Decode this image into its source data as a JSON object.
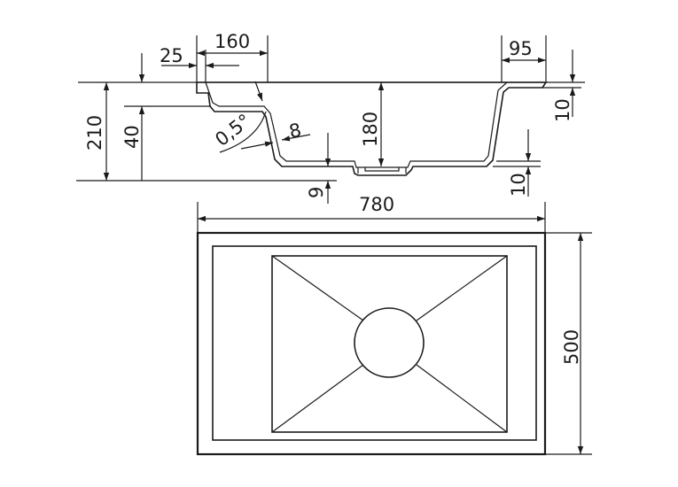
{
  "drawing": {
    "dimensions": {
      "overall_length": "780",
      "overall_width": "500",
      "total_height": "210",
      "bowl_depth": "180",
      "ledge_depth": "40",
      "ledge_offset": "25",
      "ledge_width": "160",
      "rim_width": "95",
      "wall_thickness": "8",
      "drain_height": "9",
      "bottom_thickness": "10",
      "rim_thickness": "10",
      "slope": "0,5°"
    },
    "colors": {
      "line": "#1a1a1a",
      "background": "#ffffff"
    }
  }
}
